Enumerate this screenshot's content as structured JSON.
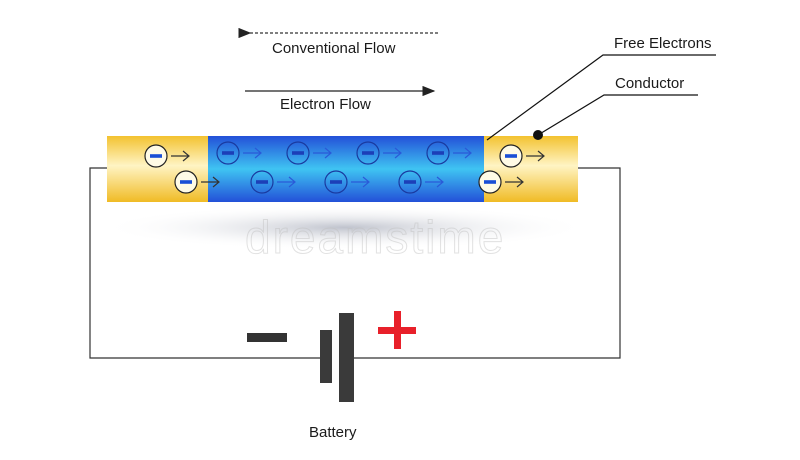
{
  "labels": {
    "conventional_flow": "Conventional Flow",
    "electron_flow": "Electron Flow",
    "free_electrons": "Free Electrons",
    "conductor": "Conductor",
    "battery": "Battery"
  },
  "watermark": "dreamstime",
  "colors": {
    "conductor_gold": "#f2c12e",
    "conductor_highlight": "#fff6c8",
    "blue_core": "#1f56d6",
    "blue_glow": "#3fc6f4",
    "electron_minus": "#1a4fd6",
    "plus_red": "#e8202a",
    "minus_dark": "#333333",
    "wire": "#333333"
  },
  "icons": {
    "electron": "circled-minus-icon",
    "arrow": "right-arrow-icon",
    "battery": "battery-cell-icon"
  }
}
